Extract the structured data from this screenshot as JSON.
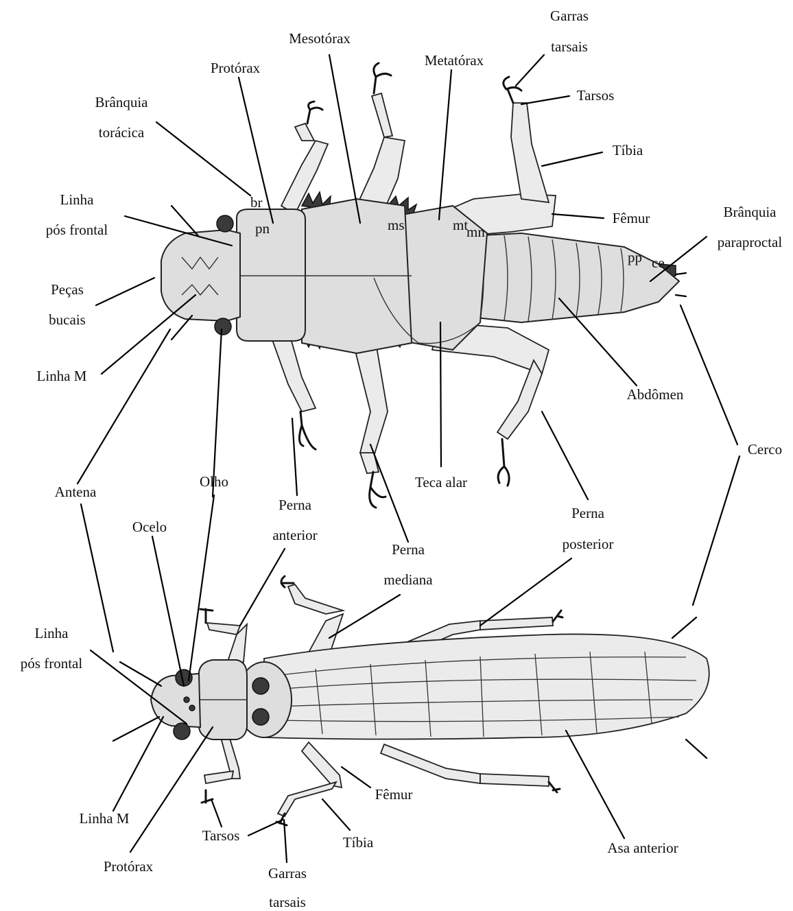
{
  "figure": {
    "nymph_labels": {
      "garras_tarsais": [
        "Garras",
        "tarsais"
      ],
      "mesotorax": "Mesotórax",
      "metatorax": "Metatórax",
      "protorax": "Protórax",
      "tarsos": "Tarsos",
      "branquia_toracica": [
        "Brânquia",
        "torácica"
      ],
      "tibia": "Tíbia",
      "linha_pos_frontal": [
        "Linha",
        "pós frontal"
      ],
      "femur": "Fêmur",
      "branquia_paraproctal": [
        "Brânquia",
        "paraproctal"
      ],
      "pecas_bucais": [
        "Peças",
        "bucais"
      ],
      "linha_m": "Linha M",
      "abdomen": "Abdômen",
      "cerco": "Cerco",
      "antena": "Antena",
      "olho": "Olho",
      "teca_alar": "Teca alar",
      "perna_anterior": [
        "Perna",
        "anterior"
      ],
      "perna_posterior": [
        "Perna",
        "posterior"
      ],
      "perna_mediana": [
        "Perna",
        "mediana"
      ]
    },
    "adult_labels": {
      "ocelo": "Ocelo",
      "linha_pos_frontal": [
        "Linha",
        "pós frontal"
      ],
      "femur": "Fêmur",
      "linha_m": "Linha M",
      "tarsos": "Tarsos",
      "tibia": "Tíbia",
      "asa_anterior": "Asa anterior",
      "protorax": "Protórax",
      "garras_tarsais": [
        "Garras",
        "tarsais"
      ]
    },
    "segment_marks": [
      "pn",
      "ms",
      "mt",
      "br",
      "ce",
      "pp",
      "mn"
    ]
  }
}
